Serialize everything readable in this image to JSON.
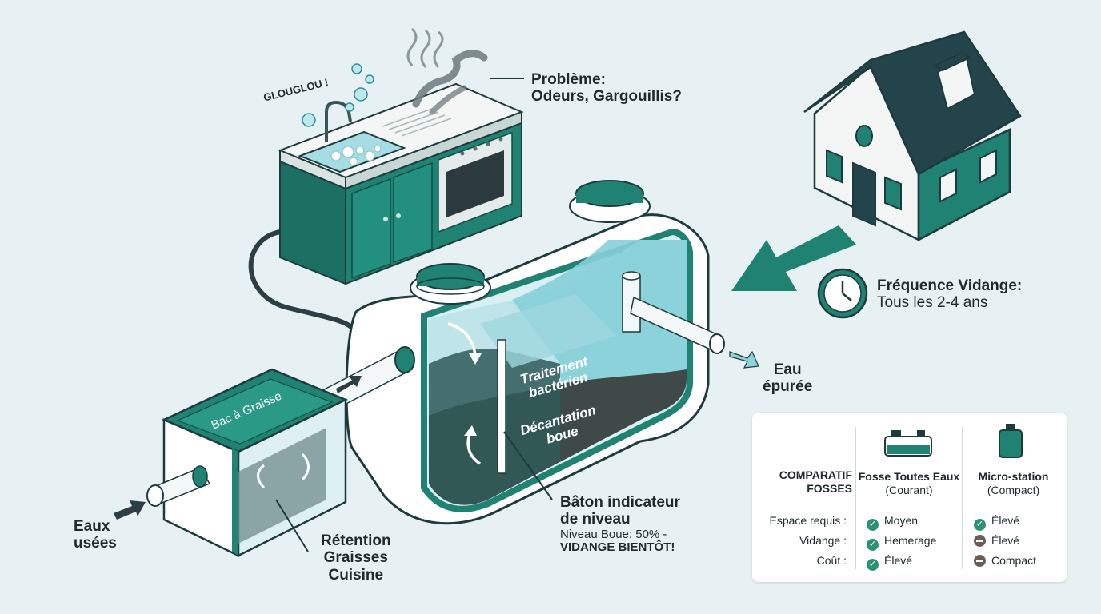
{
  "sink": {
    "sound": "GLOUGLOU !"
  },
  "problem": {
    "line1": "Problème:",
    "line2": "Odeurs, Gargouillis?"
  },
  "vidange": {
    "title": "Fréquence Vidange:",
    "value": "Tous les 2-4 ans"
  },
  "outlet": {
    "line1": "Eau",
    "line2": "épurée"
  },
  "inlet": {
    "line1": "Eaux",
    "line2": "usées"
  },
  "grease": {
    "lid": "Bac à Graisse",
    "line1": "Rétention",
    "line2": "Graisses",
    "line3": "Cuisine"
  },
  "tank": {
    "zone1_line1": "Traitement",
    "zone1_line2": "bactérien",
    "zone2_line1": "Décantation",
    "zone2_line2": "boue"
  },
  "indicator": {
    "line1": "Bâton indicateur",
    "line2": "de niveau",
    "level": "Niveau Boue: 50% -",
    "warning": "VIDANGE BIENTÔT!",
    "sludge_fraction": 0.5
  },
  "comparison": {
    "title_line1": "COMPARATIF",
    "title_line2": "FOSSES",
    "col1": {
      "name": "Fosse Toutes Eaux",
      "sub": "(Courant)"
    },
    "col2": {
      "name": "Micro-station",
      "sub": "(Compact)"
    },
    "rows": [
      {
        "label": "Espace requis :",
        "col1": "Moyen",
        "col1_icon": "check-icon",
        "col2": "Élevé",
        "col2_icon": "check-icon"
      },
      {
        "label": "Vidange :",
        "col1": "Hemerage",
        "col1_icon": "check-icon",
        "col2": "Élevé",
        "col2_icon": "minus-icon"
      },
      {
        "label": "Coût :",
        "col1": "Élevé",
        "col1_icon": "check-icon",
        "col2": "Compact",
        "col2_icon": "minus-icon"
      }
    ]
  },
  "colors": {
    "teal": "#1f8272",
    "dark_teal": "#134e4a",
    "water": "#8fd4dc",
    "sludge": "#3f4a48",
    "roof": "#24444c",
    "background": "#e7f1f3"
  }
}
